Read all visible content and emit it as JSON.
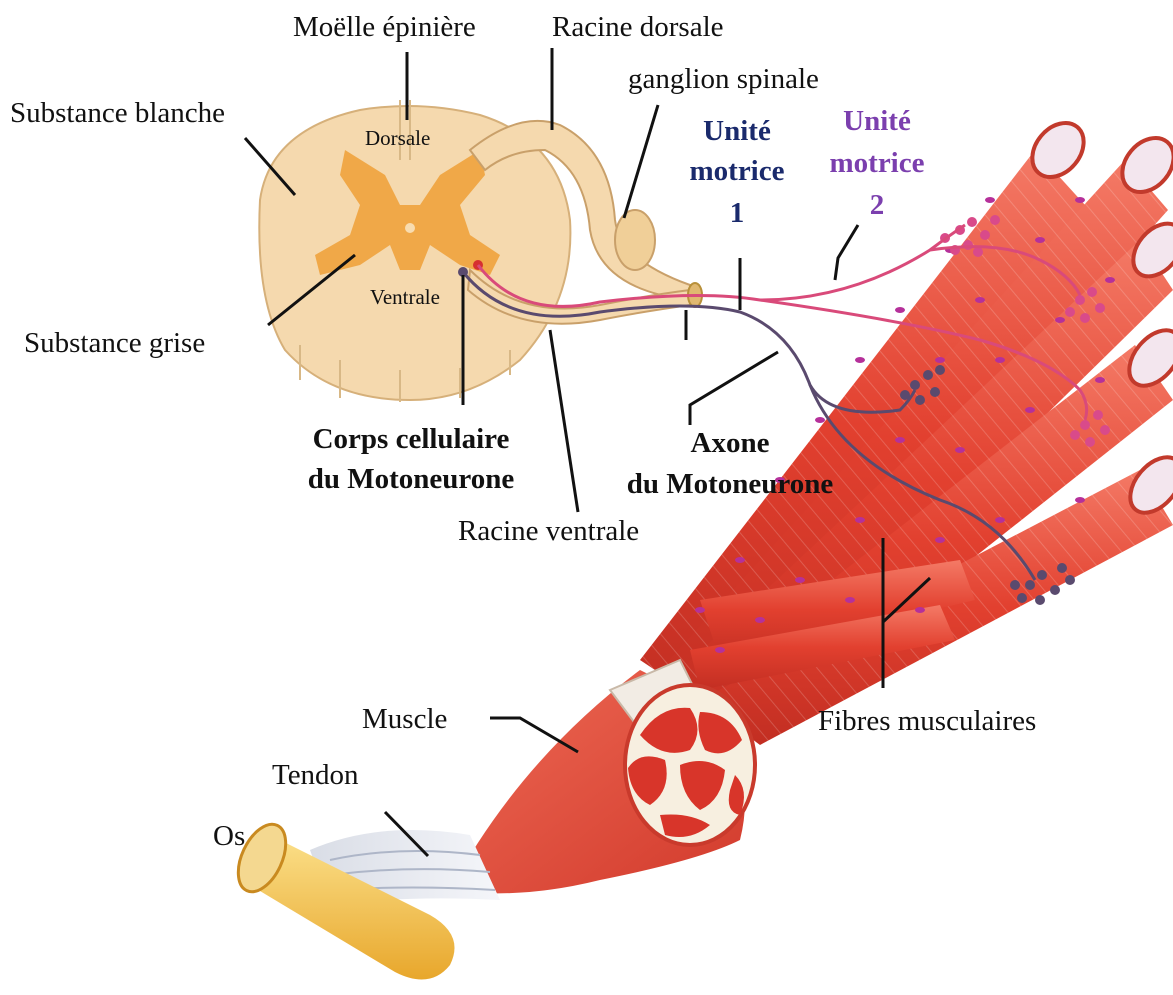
{
  "labels": {
    "moelle": "Moëlle épinière",
    "racine_dorsale": "Racine dorsale",
    "ganglion": "ganglion spinale",
    "substance_blanche": "Substance blanche",
    "dorsale": "Dorsale",
    "ventrale": "Ventrale",
    "substance_grise": "Substance grise",
    "corps_l1": "Corps cellulaire",
    "corps_l2": "du Motoneurone",
    "racine_ventrale": "Racine ventrale",
    "axone_l1": "Axone",
    "axone_l2": "du Motoneurone",
    "unite1_l1": "Unité",
    "unite1_l2": "motrice",
    "unite1_l3": "1",
    "unite2_l1": "Unité",
    "unite2_l2": "motrice",
    "unite2_l3": "2",
    "fibres": "Fibres musculaires",
    "muscle": "Muscle",
    "tendon": "Tendon",
    "os": "Os"
  },
  "colors": {
    "unite1": "#1a2a6c",
    "unite2": "#7b3fae",
    "muscle": "#e8453a",
    "grey_matter": "#f0a848",
    "white_matter": "#f8dcb0",
    "bone": "#f2c448"
  }
}
